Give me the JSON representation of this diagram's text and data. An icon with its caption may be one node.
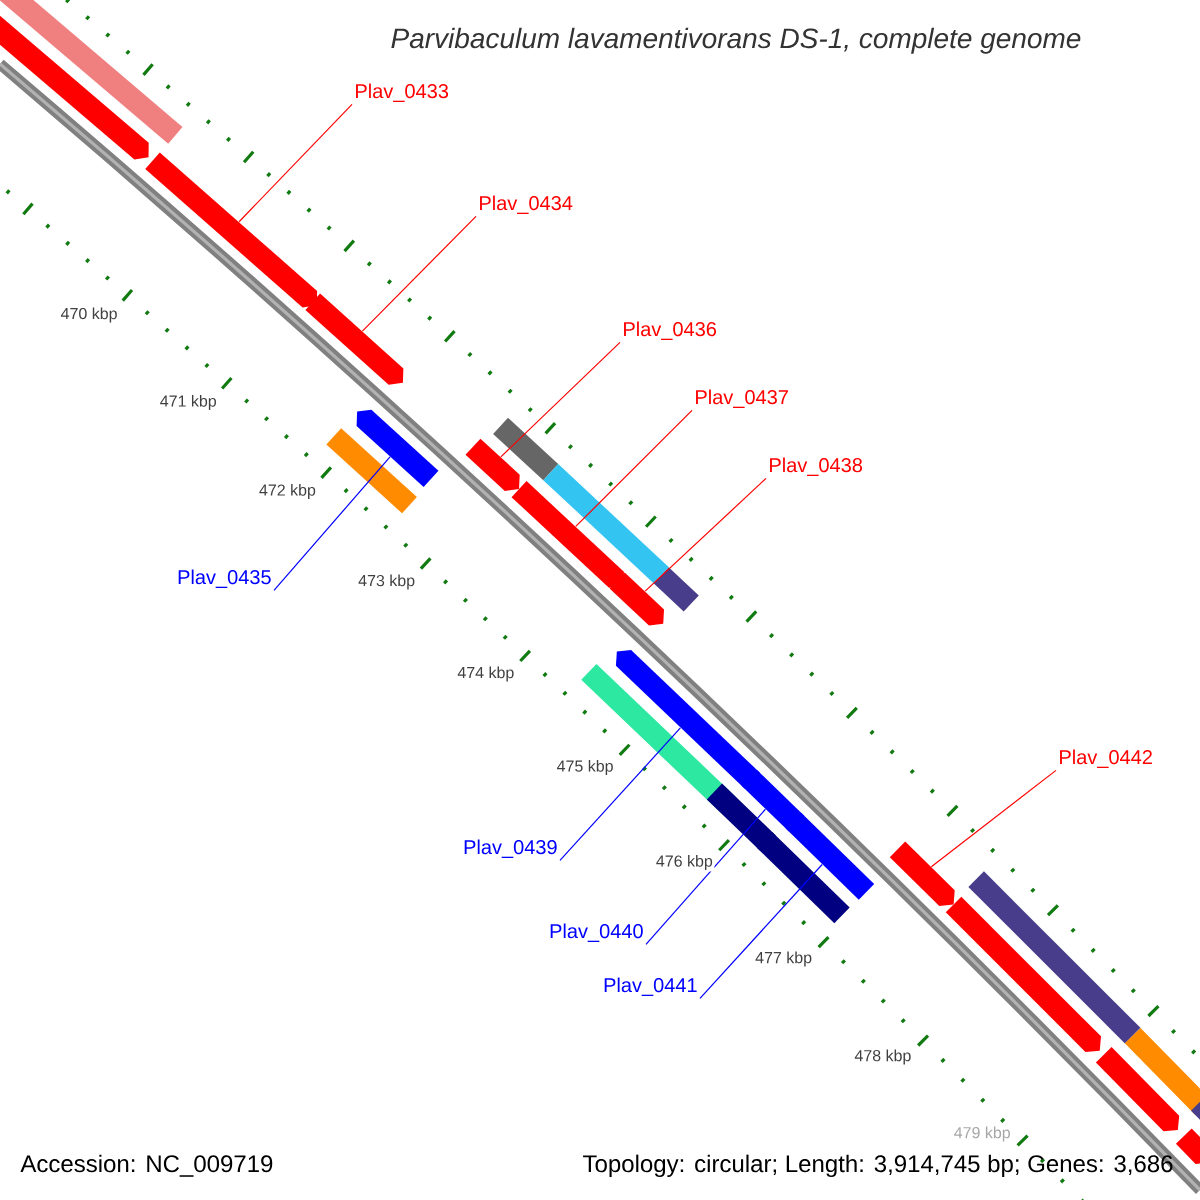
{
  "diagram": {
    "title": "Parvibaculum lavamentivorans DS-1, complete genome",
    "nodes": [
      {
        "text": [
          "Plav_0433"
        ]
      },
      {
        "text": [
          "Plav_0434"
        ]
      },
      {
        "text": [
          "Plav_0436"
        ]
      },
      {
        "text": [
          "Plav_0437"
        ]
      },
      {
        "text": [
          "Plav_0438"
        ]
      },
      {
        "text": [
          "Plav_0435"
        ]
      },
      {
        "text": [
          "Plav_0442"
        ]
      },
      {
        "text": [
          "Plav_0439"
        ]
      },
      {
        "text": [
          "Plav_0440"
        ]
      },
      {
        "text": [
          "Plav_0441"
        ]
      },
      {
        "text": [],
        "shape": "bar"
      },
      {
        "text": [],
        "shape": "arrow"
      },
      {
        "text": [],
        "shape": "arrow"
      },
      {
        "text": [],
        "shape": "arrow"
      },
      {
        "text": [],
        "shape": "bar"
      },
      {
        "text": [],
        "shape": "arrow"
      },
      {
        "text": [],
        "shape": "arrow"
      },
      {
        "text": [],
        "shape": "bar"
      },
      {
        "text": [],
        "shape": "arrow"
      },
      {
        "text": [],
        "shape": "bar"
      },
      {
        "text": [],
        "shape": "arrow"
      },
      {
        "text": [],
        "shape": "bar"
      },
      {
        "text": [],
        "shape": "bar"
      },
      {
        "text": [],
        "shape": "arrow"
      },
      {
        "text": [],
        "shape": "bar"
      },
      {
        "text": [],
        "shape": "arrow"
      },
      {
        "text": [],
        "shape": "bar"
      },
      {
        "text": [],
        "shape": "arrow"
      },
      {
        "text": [],
        "shape": "arrow"
      },
      {
        "text": [],
        "shape": "arrow"
      },
      {
        "text": [],
        "shape": "bar"
      },
      {
        "text": [],
        "shape": "arrow"
      },
      {
        "text": [],
        "shape": "bar"
      },
      {
        "text": [],
        "shape": "arrow"
      },
      {
        "text": [],
        "shape": "bar"
      }
    ],
    "edges": [
      {
        "from": 0,
        "to": 12,
        "arrow": "none"
      },
      {
        "from": 1,
        "to": 13,
        "arrow": "none"
      },
      {
        "from": 2,
        "to": 16,
        "arrow": "none"
      },
      {
        "from": 3,
        "to": 18,
        "arrow": "none"
      },
      {
        "from": 4,
        "to": 20,
        "arrow": "none"
      },
      {
        "from": 5,
        "to": 15,
        "arrow": "none",
        "color": "#0000ff"
      },
      {
        "from": 6,
        "to": 28,
        "arrow": "none"
      },
      {
        "from": 7,
        "to": 23,
        "arrow": "none",
        "color": "#0000ff"
      },
      {
        "from": 8,
        "to": 25,
        "arrow": "none",
        "color": "#0000ff"
      },
      {
        "from": 9,
        "to": 27,
        "arrow": "none",
        "color": "#0000ff"
      }
    ],
    "labels": [
      "470 kbp",
      "471 kbp",
      "472 kbp",
      "473 kbp",
      "474 kbp",
      "475 kbp",
      "476 kbp",
      "477 kbp",
      "478 kbp",
      "479 kbp",
      "Accession: NC_009719",
      "Topology: circular; Length: 3,914,745 bp; Genes: 3,686"
    ]
  }
}
